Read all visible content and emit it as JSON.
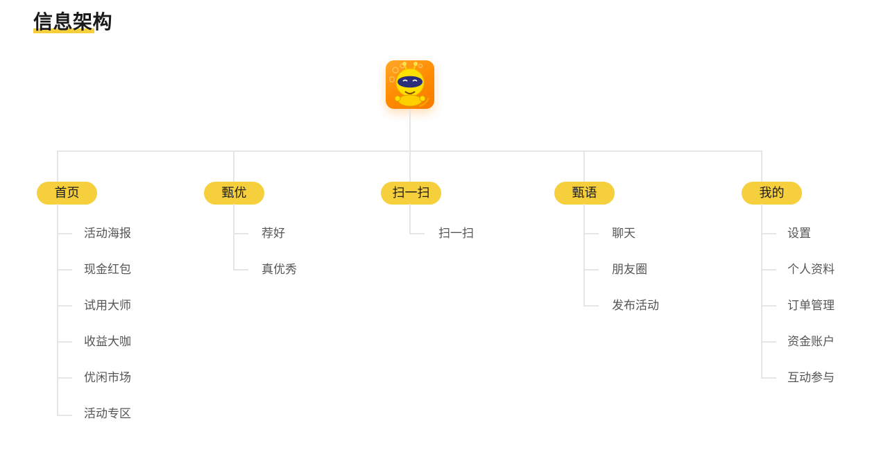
{
  "title": "信息架构",
  "app_icon": {
    "name": "app-logo-robot"
  },
  "colors": {
    "accent": "#f6cf3d",
    "connector": "#e5e5e5",
    "icon_orange": "#ff8a00"
  },
  "branches": [
    {
      "label": "首页",
      "items": [
        "活动海报",
        "现金红包",
        "试用大师",
        "收益大咖",
        "优闲市场",
        "活动专区"
      ]
    },
    {
      "label": "甄优",
      "items": [
        "荐好",
        "真优秀"
      ]
    },
    {
      "label": "扫一扫",
      "items": [
        "扫一扫"
      ]
    },
    {
      "label": "甄语",
      "items": [
        "聊天",
        "朋友圈",
        "发布活动"
      ]
    },
    {
      "label": "我的",
      "items": [
        "设置",
        "个人资料",
        "订单管理",
        "资金账户",
        "互动参与"
      ]
    }
  ]
}
